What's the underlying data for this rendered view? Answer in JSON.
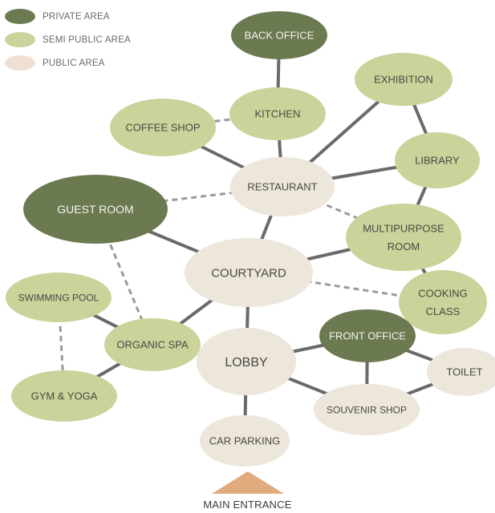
{
  "legend": {
    "items": [
      {
        "label": "PRIVATE AREA",
        "color": "#6b7a50"
      },
      {
        "label": "SEMI PUBLIC AREA",
        "color": "#cbd29a"
      },
      {
        "label": "PUBLIC AREA",
        "color": "#f0e0d4"
      }
    ]
  },
  "colors": {
    "private": "#6b7a50",
    "semi_public": "#cbd29a",
    "public": "#ede6da",
    "solid_link": "#6a6a6a",
    "dashed_link": "#9a9a9a",
    "entrance_arrow": "#e2ab7e"
  },
  "nodes": [
    {
      "id": "back_office",
      "label": "BACK OFFICE",
      "zone": "private"
    },
    {
      "id": "kitchen",
      "label": "KITCHEN",
      "zone": "semi_public"
    },
    {
      "id": "exhibition",
      "label": "EXHIBITION",
      "zone": "semi_public"
    },
    {
      "id": "coffee_shop",
      "label": "COFFEE SHOP",
      "zone": "semi_public"
    },
    {
      "id": "library",
      "label": "LIBRARY",
      "zone": "semi_public"
    },
    {
      "id": "restaurant",
      "label": "RESTAURANT",
      "zone": "public"
    },
    {
      "id": "guest_room",
      "label": "GUEST ROOM",
      "zone": "private"
    },
    {
      "id": "multipurpose_room",
      "label": "MULTIPURPOSE\nROOM",
      "zone": "semi_public"
    },
    {
      "id": "courtyard",
      "label": "COURTYARD",
      "zone": "public"
    },
    {
      "id": "cooking_class",
      "label": "COOKING\nCLASS",
      "zone": "semi_public"
    },
    {
      "id": "swimming_pool",
      "label": "SWIMMING POOL",
      "zone": "semi_public"
    },
    {
      "id": "organic_spa",
      "label": "ORGANIC SPA",
      "zone": "semi_public"
    },
    {
      "id": "front_office",
      "label": "FRONT OFFICE",
      "zone": "private"
    },
    {
      "id": "lobby",
      "label": "LOBBY",
      "zone": "public"
    },
    {
      "id": "toilet",
      "label": "TOILET",
      "zone": "public"
    },
    {
      "id": "gym_yoga",
      "label": "GYM & YOGA",
      "zone": "semi_public"
    },
    {
      "id": "souvenir_shop",
      "label": "SOUVENIR SHOP",
      "zone": "public"
    },
    {
      "id": "car_parking",
      "label": "CAR PARKING",
      "zone": "public"
    }
  ],
  "links": [
    {
      "from": "back_office",
      "to": "kitchen",
      "style": "solid"
    },
    {
      "from": "kitchen",
      "to": "restaurant",
      "style": "solid"
    },
    {
      "from": "kitchen",
      "to": "coffee_shop",
      "style": "dashed"
    },
    {
      "from": "coffee_shop",
      "to": "restaurant",
      "style": "solid"
    },
    {
      "from": "exhibition",
      "to": "library",
      "style": "solid"
    },
    {
      "from": "exhibition",
      "to": "restaurant",
      "style": "solid"
    },
    {
      "from": "library",
      "to": "restaurant",
      "style": "solid"
    },
    {
      "from": "guest_room",
      "to": "restaurant",
      "style": "dashed"
    },
    {
      "from": "guest_room",
      "to": "courtyard",
      "style": "solid"
    },
    {
      "from": "guest_room",
      "to": "organic_spa",
      "style": "dashed"
    },
    {
      "from": "restaurant",
      "to": "courtyard",
      "style": "solid"
    },
    {
      "from": "restaurant",
      "to": "multipurpose_room",
      "style": "dashed"
    },
    {
      "from": "library",
      "to": "multipurpose_room",
      "style": "solid"
    },
    {
      "from": "courtyard",
      "to": "multipurpose_room",
      "style": "solid"
    },
    {
      "from": "multipurpose_room",
      "to": "cooking_class",
      "style": "solid"
    },
    {
      "from": "courtyard",
      "to": "cooking_class",
      "style": "dashed"
    },
    {
      "from": "courtyard",
      "to": "organic_spa",
      "style": "solid"
    },
    {
      "from": "courtyard",
      "to": "lobby",
      "style": "solid"
    },
    {
      "from": "swimming_pool",
      "to": "organic_spa",
      "style": "solid"
    },
    {
      "from": "swimming_pool",
      "to": "gym_yoga",
      "style": "dashed"
    },
    {
      "from": "organic_spa",
      "to": "gym_yoga",
      "style": "solid"
    },
    {
      "from": "lobby",
      "to": "front_office",
      "style": "solid"
    },
    {
      "from": "lobby",
      "to": "souvenir_shop",
      "style": "solid"
    },
    {
      "from": "lobby",
      "to": "car_parking",
      "style": "solid"
    },
    {
      "from": "front_office",
      "to": "souvenir_shop",
      "style": "solid"
    },
    {
      "from": "front_office",
      "to": "toilet",
      "style": "solid"
    },
    {
      "from": "souvenir_shop",
      "to": "toilet",
      "style": "solid"
    }
  ],
  "entrance": {
    "label": "MAIN ENTRANCE"
  }
}
